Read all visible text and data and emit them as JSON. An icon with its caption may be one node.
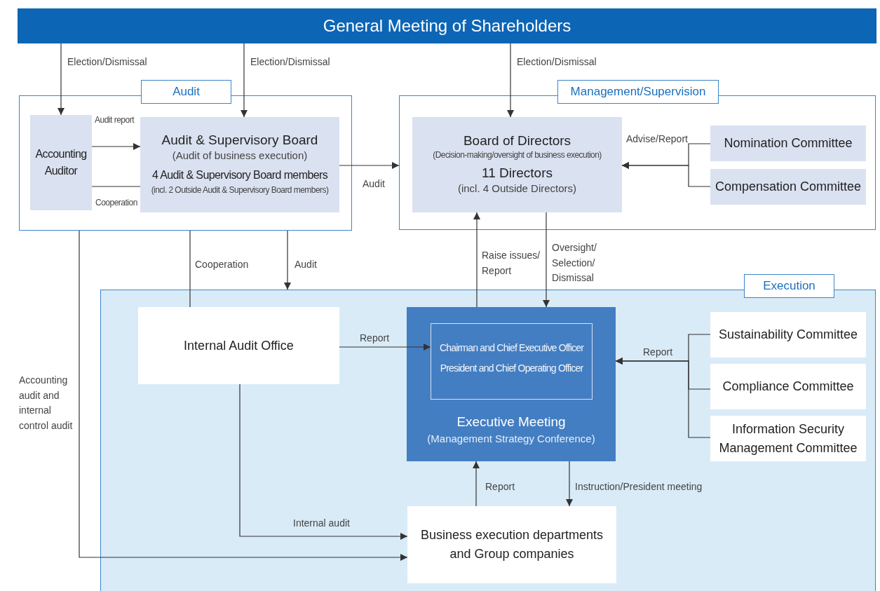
{
  "diagram": {
    "nodes": [
      {
        "text": [
          "General Meeting of Shareholders"
        ]
      },
      {
        "text": [
          "Audit"
        ]
      },
      {
        "text": [
          "Accounting Auditor"
        ],
        "in": 1
      },
      {
        "text": [
          "Audit & Supervisory Board",
          "(Audit of business execution)",
          "4 Audit & Supervisory Board members",
          "(incl. 2 Outside Audit & Supervisory Board members)"
        ],
        "in": 1
      },
      {
        "text": [
          "Management/Supervision"
        ]
      },
      {
        "text": [
          "Board of Directors",
          "(Decision-making/oversight of business execution)",
          "11 Directors",
          "(incl. 4 Outside Directors)"
        ],
        "in": 4
      },
      {
        "text": [
          "Nomination Committee"
        ],
        "in": 4
      },
      {
        "text": [
          "Compensation Committee"
        ],
        "in": 4
      },
      {
        "text": [
          "Execution"
        ]
      },
      {
        "text": [
          "Internal Audit Office"
        ],
        "in": 8
      },
      {
        "text": [
          "Executive Meeting",
          "(Management Strategy Conference)"
        ],
        "in": 8
      },
      {
        "text": [
          "Chairman and Chief Executive Officer",
          "President and Chief Operating Officer"
        ],
        "in": 10
      },
      {
        "text": [
          "Sustainability Committee"
        ],
        "in": 8
      },
      {
        "text": [
          "Compliance Committee"
        ],
        "in": 8
      },
      {
        "text": [
          "Information Security Management Committee"
        ],
        "in": 8
      },
      {
        "text": [
          "Business execution departments and Group companies"
        ],
        "in": 8
      }
    ],
    "edges": [
      {
        "from": 0,
        "to": 2,
        "arrow": "to",
        "label": "Election/Dismissal"
      },
      {
        "from": 0,
        "to": 3,
        "arrow": "to",
        "label": "Election/Dismissal"
      },
      {
        "from": 0,
        "to": 5,
        "arrow": "to",
        "label": "Election/Dismissal"
      },
      {
        "from": 2,
        "to": 3,
        "arrow": "to",
        "label": "Audit report"
      },
      {
        "from": 2,
        "to": 3,
        "arrow": "none",
        "label": "Cooperation"
      },
      {
        "from": 3,
        "to": 4,
        "arrow": "to",
        "label": "Audit"
      },
      {
        "from": 1,
        "to": 8,
        "arrow": "to",
        "label": "Audit"
      },
      {
        "from": 1,
        "to": 9,
        "arrow": "none",
        "label": "Cooperation"
      },
      {
        "from": 1,
        "to": 15,
        "arrow": "to",
        "label": "Accounting audit and internal control audit"
      },
      {
        "from": 10,
        "to": 5,
        "arrow": "to",
        "label": "Raise issues/ Report"
      },
      {
        "from": 5,
        "to": 10,
        "arrow": "to",
        "label": "Oversight/ Selection/ Dismissal"
      },
      {
        "from": 6,
        "to": 5,
        "arrow": "to",
        "label": "Advise/Report"
      },
      {
        "from": 7,
        "to": 5,
        "arrow": "to"
      },
      {
        "from": 9,
        "to": 11,
        "arrow": "to",
        "label": "Report"
      },
      {
        "from": 12,
        "to": 10,
        "arrow": "to",
        "label": "Report"
      },
      {
        "from": 13,
        "to": 10,
        "arrow": "to"
      },
      {
        "from": 14,
        "to": 10,
        "arrow": "to"
      },
      {
        "from": 15,
        "to": 10,
        "arrow": "to",
        "label": "Report"
      },
      {
        "from": 10,
        "to": 15,
        "arrow": "to",
        "label": "Instruction/President meeting"
      },
      {
        "from": 9,
        "to": 15,
        "arrow": "to",
        "label": "Internal audit"
      }
    ]
  }
}
